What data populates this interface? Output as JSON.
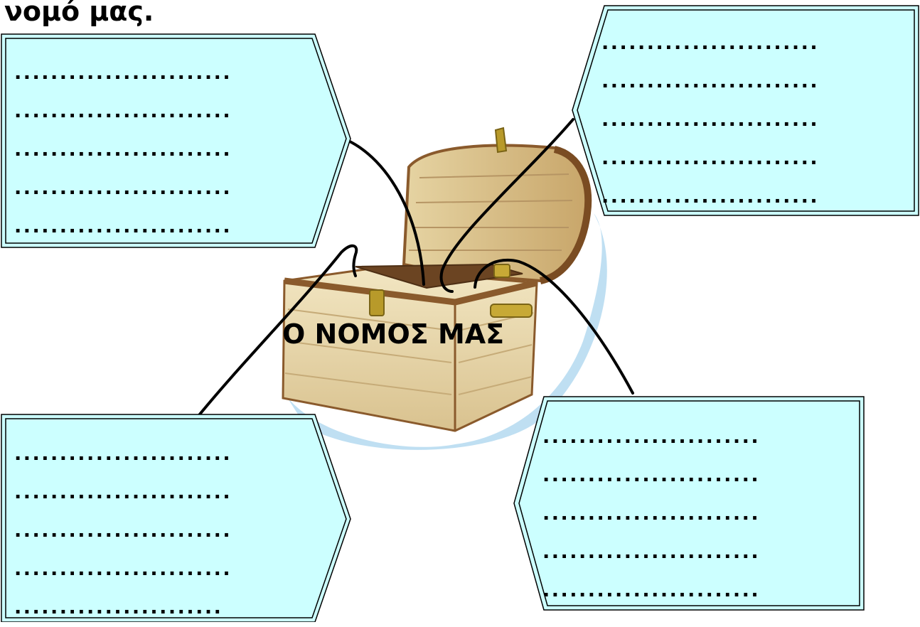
{
  "heading": "νομό μας.",
  "center_label": "Ο ΝΟΜΟΣ ΜΑΣ",
  "colors": {
    "box_fill": "#ccffff",
    "outline": "#000000"
  },
  "icons": [
    "treasure-chest-illustration"
  ],
  "boxes": [
    {
      "id": "top-left",
      "lines": [
        "........................",
        "........................",
        "........................",
        "........................",
        "........................"
      ]
    },
    {
      "id": "top-right",
      "lines": [
        "........................",
        "........................",
        "........................",
        "........................",
        "........................"
      ]
    },
    {
      "id": "bottom-left",
      "lines": [
        "........................",
        "........................",
        "........................",
        "........................",
        "......................."
      ]
    },
    {
      "id": "bottom-right",
      "lines": [
        "........................",
        "........................",
        "........................",
        "........................",
        "........................"
      ]
    }
  ]
}
